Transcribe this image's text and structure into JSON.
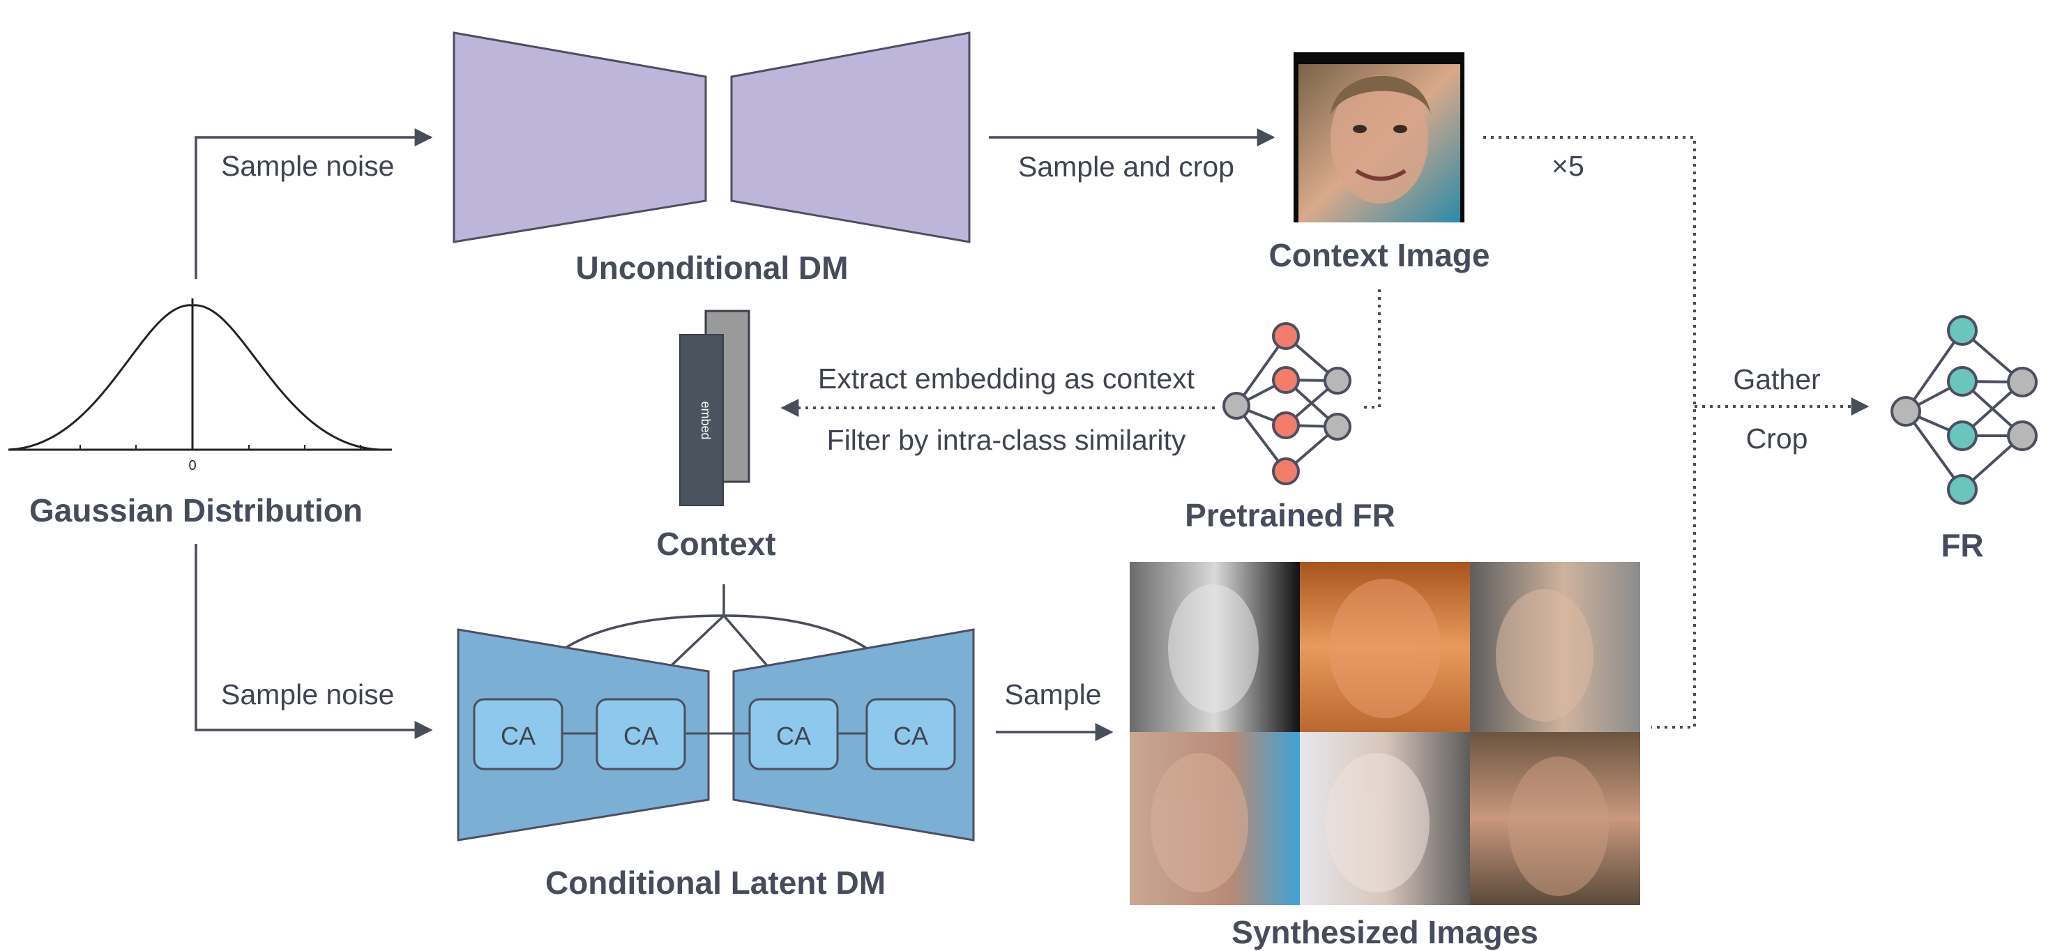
{
  "diagram": {
    "gaussian": {
      "title": "Gaussian Distribution",
      "tick_zero": "0"
    },
    "unconditional": {
      "title": "Unconditional DM"
    },
    "conditional": {
      "title": "Conditional Latent DM",
      "blocks": [
        "CA",
        "CA",
        "CA",
        "CA"
      ]
    },
    "context": {
      "title": "Context",
      "embed_label": "embed"
    },
    "context_image": {
      "title": "Context Image"
    },
    "pretrained_fr": {
      "title": "Pretrained FR"
    },
    "fr": {
      "title": "FR"
    },
    "synthesized": {
      "title": "Synthesized Images"
    },
    "edges": {
      "sample_noise_top": "Sample noise",
      "sample_noise_bottom": "Sample noise",
      "sample_and_crop": "Sample and crop",
      "times_five": "×5",
      "extract_embedding": "Extract embedding as context",
      "filter": "Filter by intra-class similarity",
      "sample": "Sample",
      "gather": "Gather",
      "crop": "Crop"
    }
  },
  "colors": {
    "unconditional_fill": "#bdb6da",
    "conditional_fill": "#7bafd4",
    "ca_fill": "#8ec8ec",
    "context_front": "#4b535f",
    "context_back": "#9a9a9a",
    "fr_teal": "#6cc4be",
    "pretrained_red": "#f17d6a",
    "node_gray": "#b7b7b7",
    "text": "#474c5c"
  }
}
